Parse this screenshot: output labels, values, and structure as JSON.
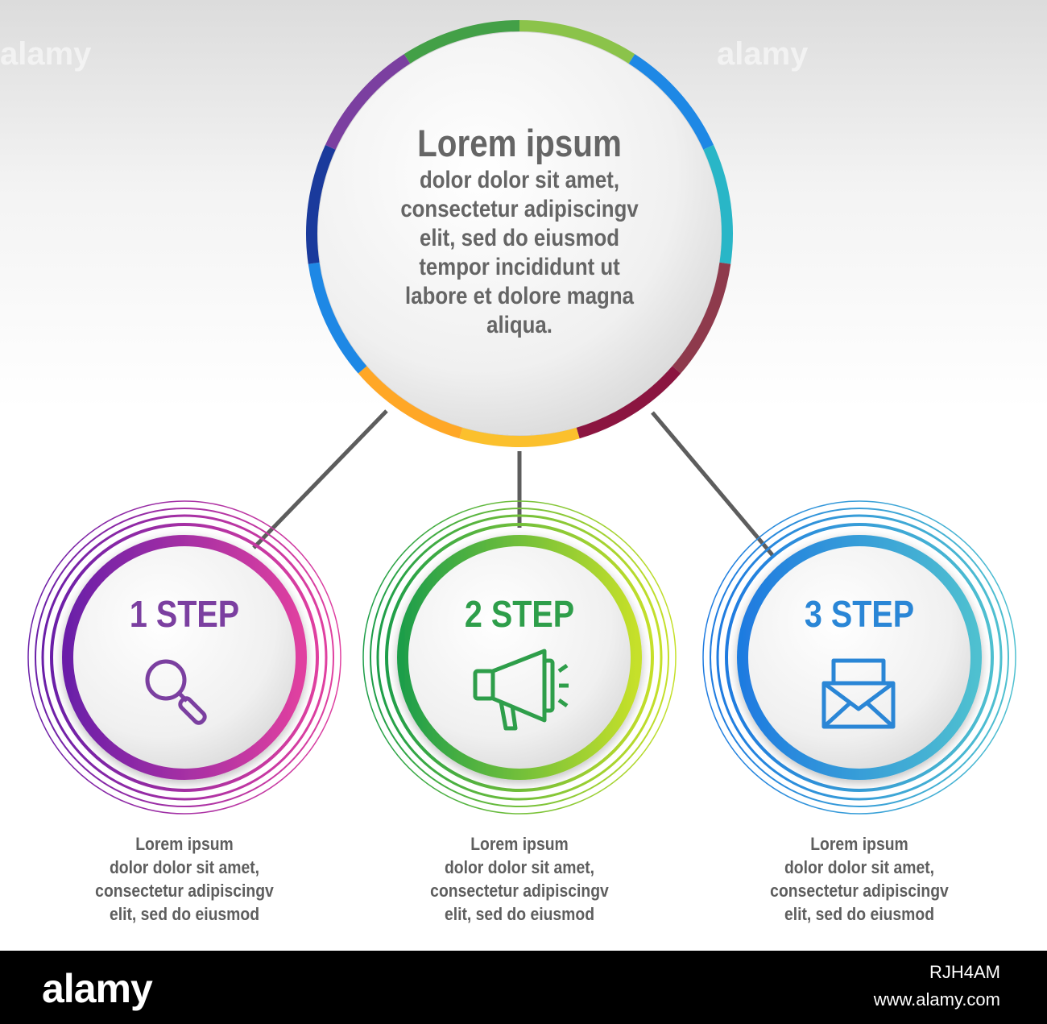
{
  "center": {
    "title": "Lorem ipsum",
    "body": "dolor dolor sit amet,\nconsectetur adipiscingv\nelit, sed do eiusmod\ntempor incididunt ut\nlabore et dolore magna\naliqua.",
    "ring_colors": [
      "#8bc34a",
      "#1e88e5",
      "#29b6c7",
      "#8e3a4c",
      "#8b1540",
      "#fbc02d",
      "#ffa726",
      "#1e88e5",
      "#1a3a9c",
      "#7b3fa0",
      "#43a047"
    ]
  },
  "steps": [
    {
      "label": "1 STEP",
      "icon": "magnifier-icon",
      "color": "#7b3fa0",
      "ring_gradient": [
        "#6a1fa8",
        "#e040a0"
      ],
      "description": "Lorem ipsum\ndolor dolor sit amet,\nconsectetur adipiscingv\nelit, sed do eiusmod"
    },
    {
      "label": "2 STEP",
      "icon": "megaphone-icon",
      "color": "#2e9e4a",
      "ring_gradient": [
        "#1e9e4a",
        "#c6e02a"
      ],
      "description": "Lorem ipsum\ndolor dolor sit amet,\nconsectetur adipiscingv\nelit, sed do eiusmod"
    },
    {
      "label": "3 STEP",
      "icon": "envelope-icon",
      "color": "#2a86d6",
      "ring_gradient": [
        "#1f7be0",
        "#4fc0d0"
      ],
      "description": "Lorem ipsum\ndolor dolor sit amet,\nconsectetur adipiscingv\nelit, sed do eiusmod"
    }
  ],
  "footer": {
    "brand": "alamy",
    "stock_id": "RJH4AM",
    "url": "www.alamy.com"
  },
  "watermark": "alamy"
}
